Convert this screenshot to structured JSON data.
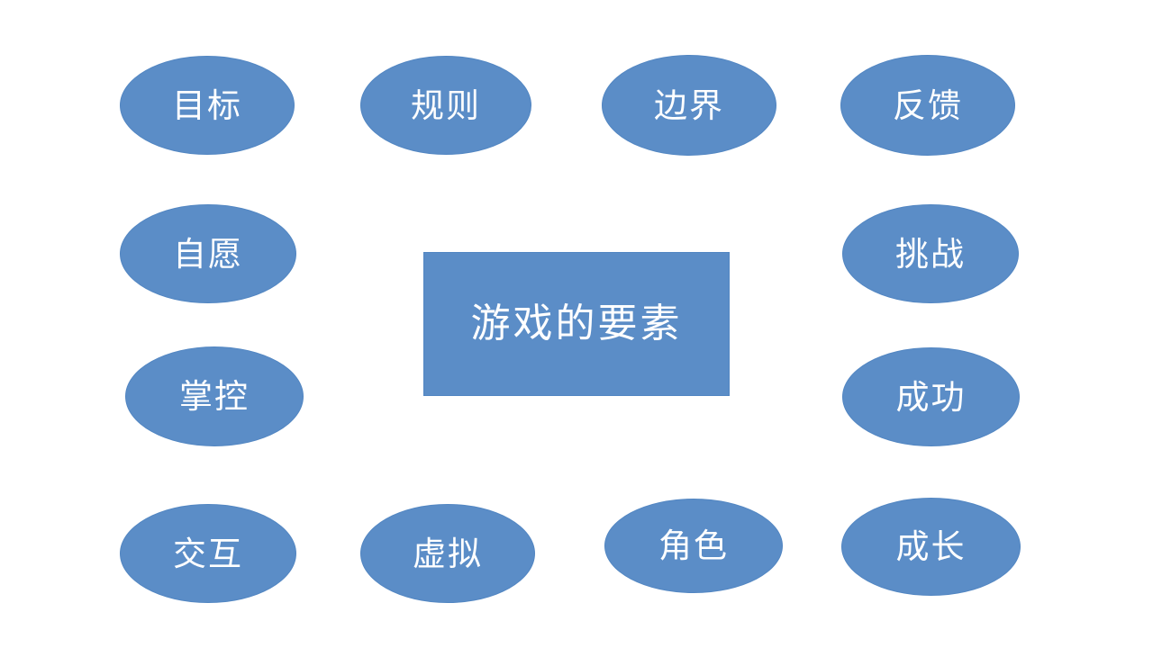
{
  "slide": {
    "background_color": "#ffffff",
    "shape_fill_color": "#5b8dc7",
    "shape_border_color": "#5286c2",
    "text_color": "#ffffff"
  },
  "center": {
    "label": "游戏的要素"
  },
  "ellipses": [
    {
      "key": "goal",
      "label": "目标"
    },
    {
      "key": "rules",
      "label": "规则"
    },
    {
      "key": "boundary",
      "label": "边界"
    },
    {
      "key": "feedback",
      "label": "反馈"
    },
    {
      "key": "voluntary",
      "label": "自愿"
    },
    {
      "key": "challenge",
      "label": "挑战"
    },
    {
      "key": "control",
      "label": "掌控"
    },
    {
      "key": "success",
      "label": "成功"
    },
    {
      "key": "interaction",
      "label": "交互"
    },
    {
      "key": "virtual",
      "label": "虚拟"
    },
    {
      "key": "role",
      "label": "角色"
    },
    {
      "key": "growth",
      "label": "成长"
    }
  ]
}
